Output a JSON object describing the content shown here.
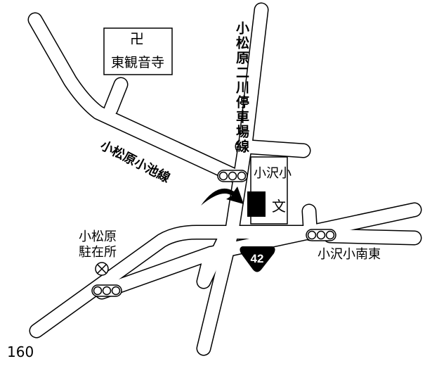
{
  "map": {
    "page_number": "160",
    "roads": {
      "vertical_road": "小松原二川停車場線",
      "diagonal_road": "小松原小池線",
      "route_number": "42"
    },
    "landmarks": {
      "temple": {
        "symbol": "卍",
        "name": "東観音寺"
      },
      "school": {
        "name": "小沢小",
        "symbol": "文"
      },
      "police": {
        "name_line1": "小松原",
        "name_line2": "駐在所"
      },
      "intersection": "小沢小南東"
    },
    "colors": {
      "ink": "#000000",
      "paper": "#ffffff"
    }
  }
}
